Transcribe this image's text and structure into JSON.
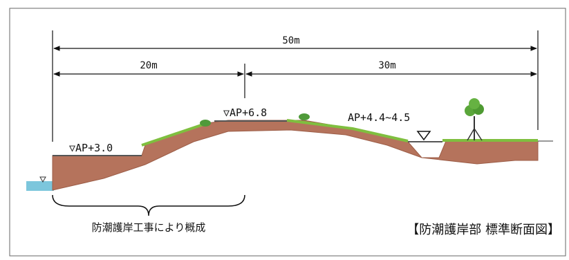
{
  "dimensions": {
    "total": "50m",
    "left_span": "20m",
    "right_span": "30m"
  },
  "levels": {
    "low_terrace": "▽AP+3.0",
    "crest": "▽AP+6.8",
    "landward": "AP+4.4~4.5"
  },
  "captions": {
    "brace_note": "防潮護岸工事により概成",
    "figure_title": "【防潮護岸部 標準断面図】"
  },
  "colors": {
    "soil": "#b5735c",
    "soil_dark": "#9c5d47",
    "grass": "#7fbf3f",
    "water": "#7cc6dc",
    "line": "#111111"
  }
}
